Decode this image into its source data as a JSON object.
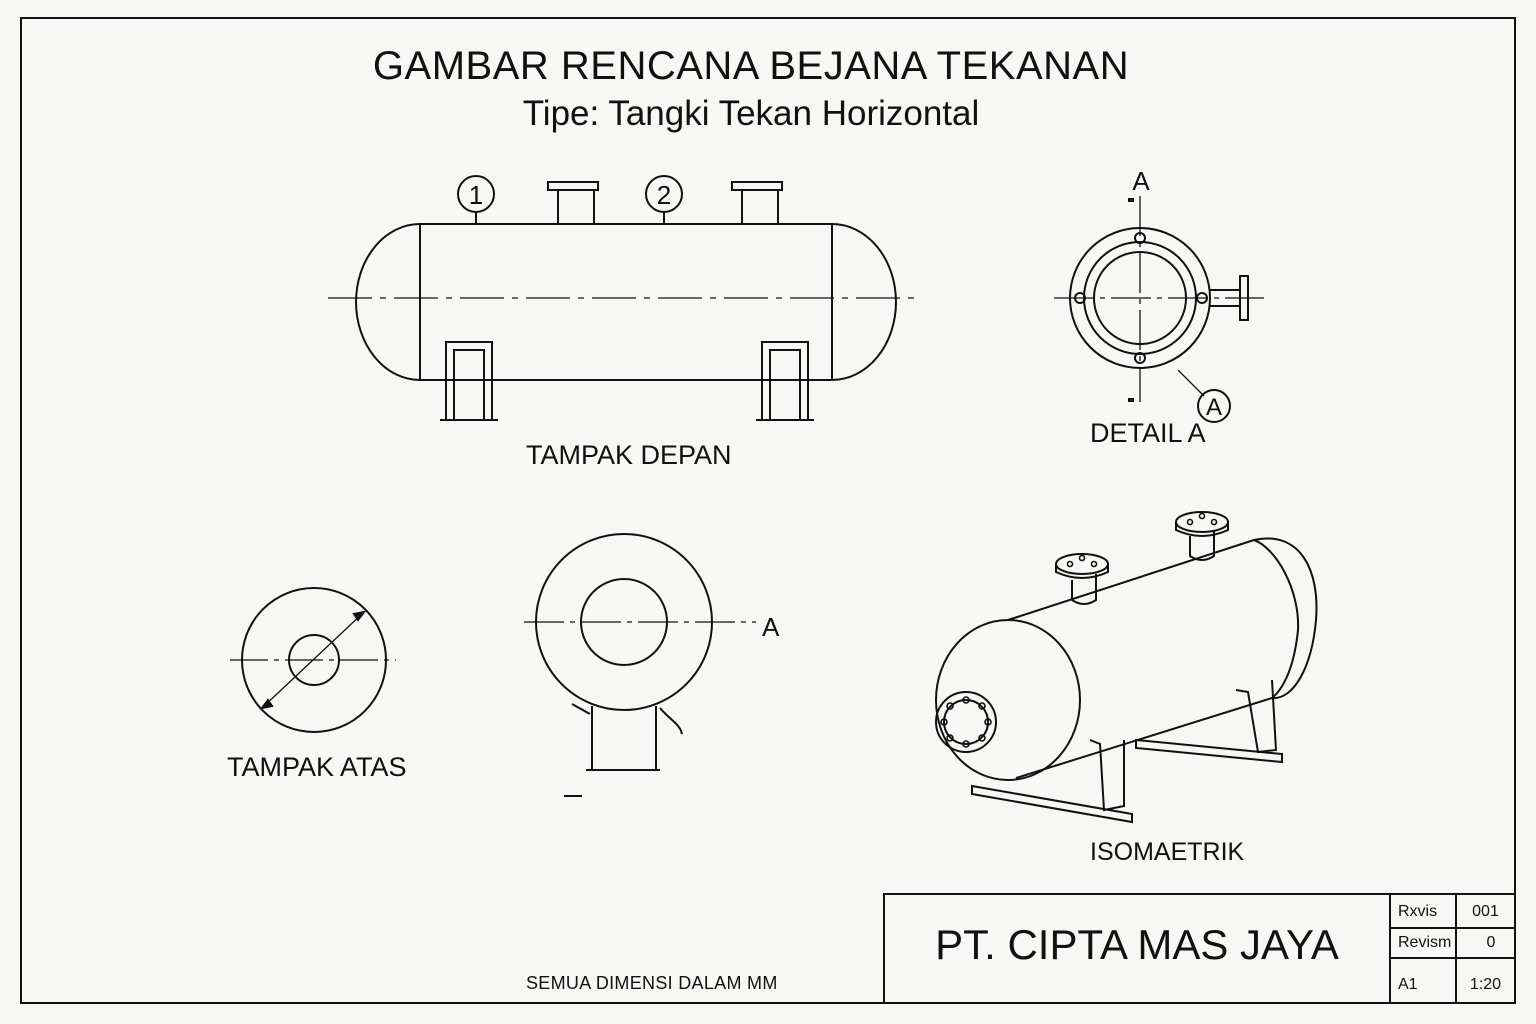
{
  "drawing": {
    "title": "GAMBAR RENCANA BEJANA TEKANAN",
    "subtitle": "Tipe: Tangki Tekan Horizontal"
  },
  "views": {
    "front": "TAMPAK DEPAN",
    "detail": "DETAIL A",
    "top": "TAMPAK ATAS",
    "isometric": "ISOMAETRIK"
  },
  "callouts": {
    "nozzle_1": "1",
    "nozzle_2": "2",
    "section_marker": "A",
    "detail_ref": "A",
    "section_line": "A"
  },
  "note": "SEMUA DIMENSI DALAM MM",
  "title_block": {
    "company": "PT. CIPTA MAS JAYA",
    "rows": [
      {
        "label": "Rxvis",
        "value": "001"
      },
      {
        "label": "Revism",
        "value": "0"
      },
      {
        "label": "A1",
        "value": "1:20"
      }
    ]
  }
}
